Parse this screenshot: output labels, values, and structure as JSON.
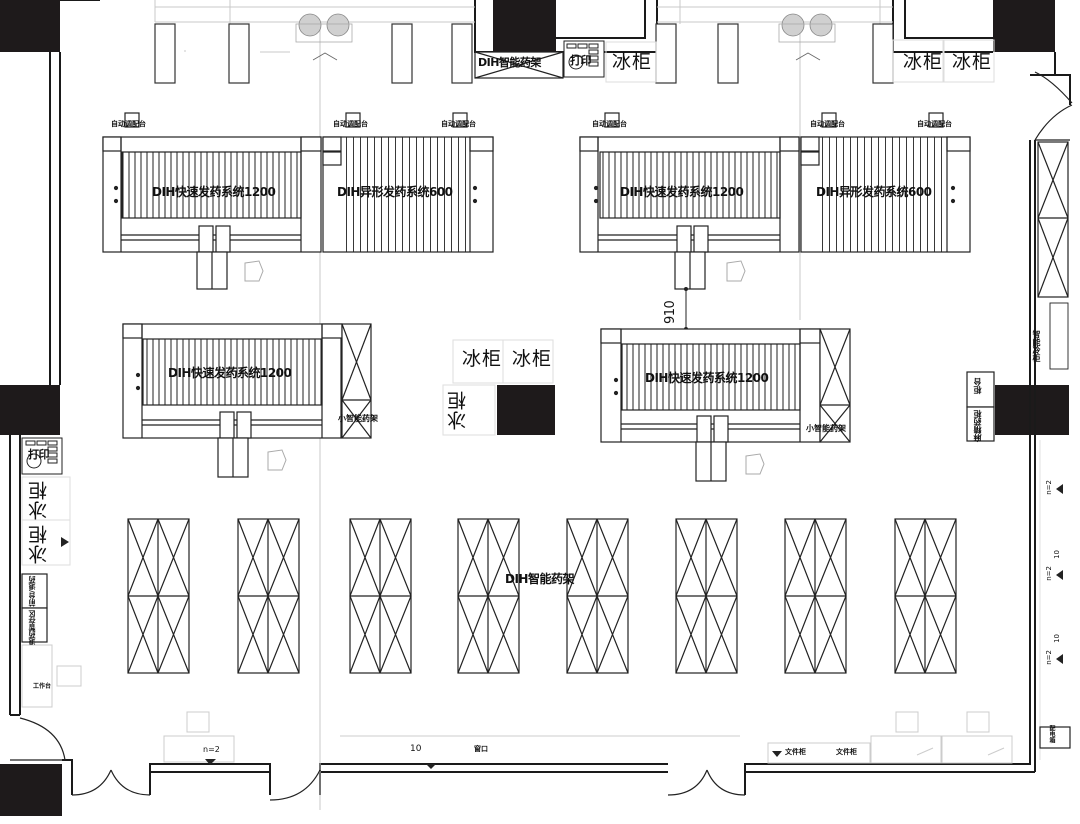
{
  "plan": {
    "type": "pharmacy floor plan",
    "colors": {
      "line": "#1a1a1a",
      "wall_fill": "#1e1a1b",
      "thin_line": "#bbbbbb",
      "background": "#ffffff"
    }
  },
  "labels": {
    "dih_shelf_top": "DIH智能药架",
    "bubble_top": "打印",
    "fridge": "冰柜",
    "workstation_small": "自动调配台",
    "fast_dispense_1200": "DIH快速发药系统1200",
    "irregular_dispense_600": "DIH异形发药系统600",
    "small_smart_shelf": "小智能药架",
    "dimension_910": "910",
    "dih_smart_shelf": "DIH智能药架",
    "smart_cold_cabinet": "智能冷柜",
    "side_cabinet": "柜台",
    "side_cabinet_2": "麻精药柜",
    "left_print": "打印",
    "left_counter_1": "前台/退药",
    "left_counter_2": "退药暂存区",
    "left_desk": "工作台",
    "wall_n2_a": "n=2",
    "wall_10_a": "10",
    "wall_n2_b": "n=2",
    "wall_10_b": "10",
    "wall_n2_c": "n=2",
    "bottom_n2": "n=2",
    "bottom_10": "10",
    "bottom_window": "窗口",
    "bottom_file_cabinet_1": "文件柜",
    "bottom_file_cabinet_2": "文件柜",
    "corner_box": "配电箱"
  }
}
